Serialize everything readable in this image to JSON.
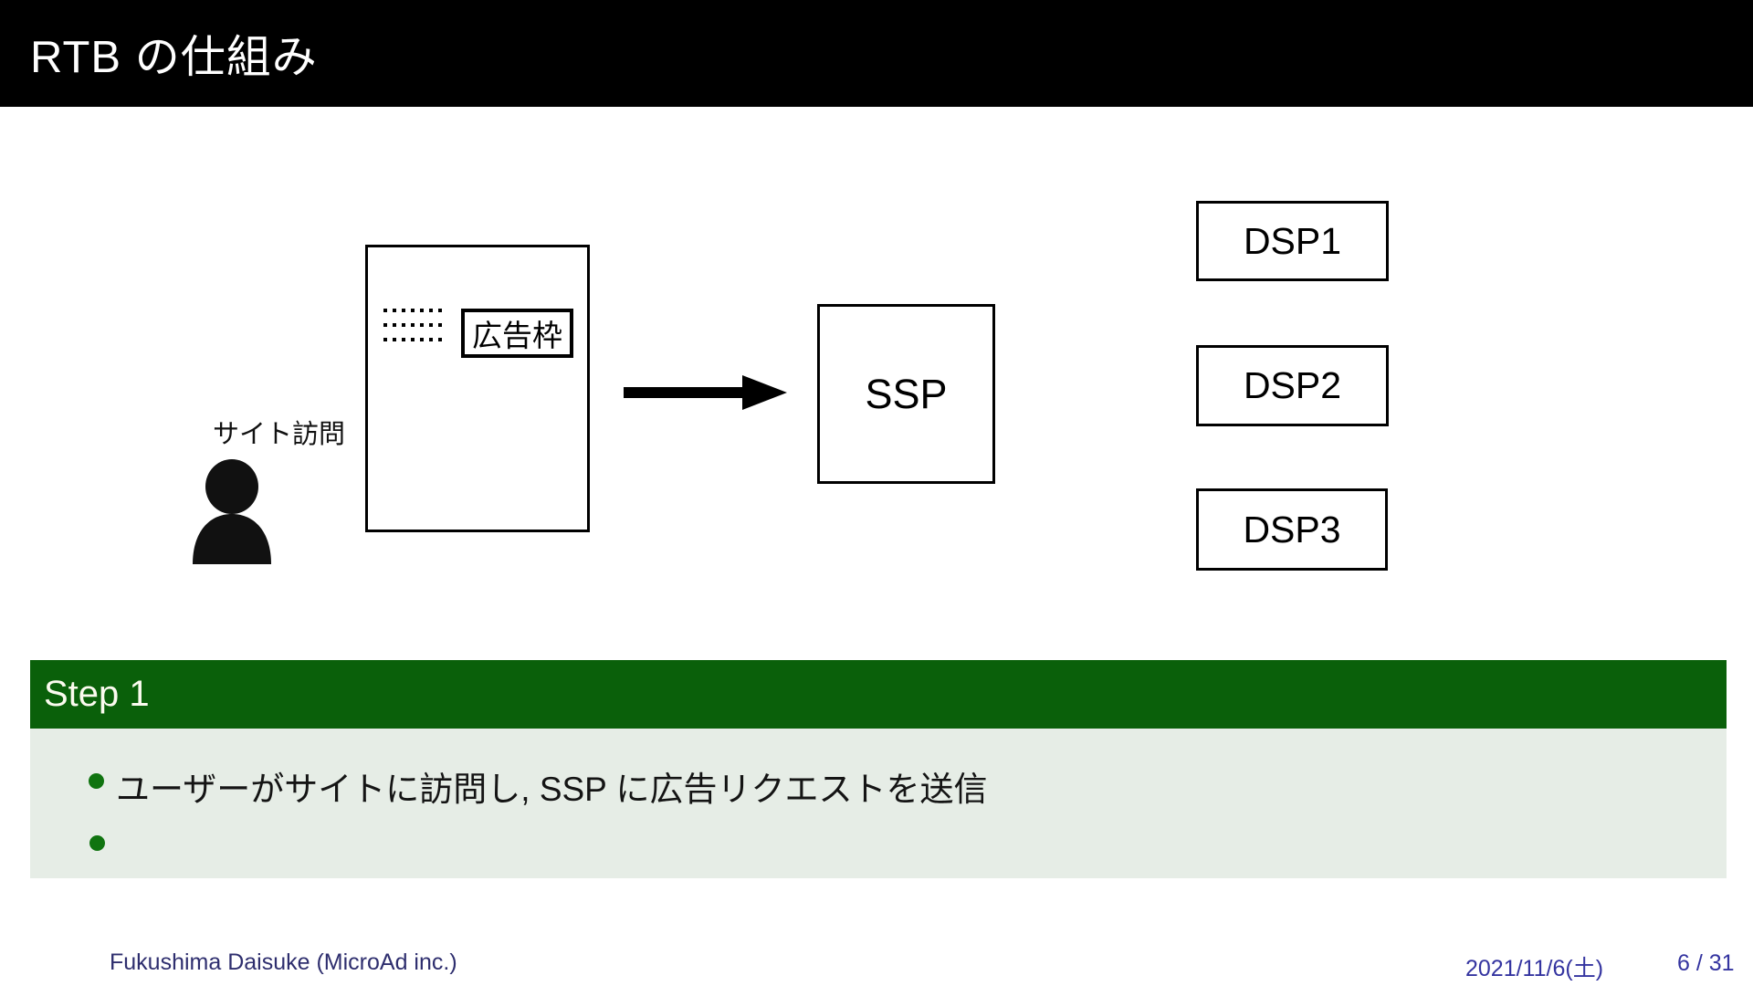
{
  "slide": {
    "title": "RTB の仕組み",
    "diagram": {
      "visitor_label": "サイト訪問",
      "ad_slot_label": "広告枠",
      "ssp_label": "SSP",
      "dsp_labels": [
        "DSP1",
        "DSP2",
        "DSP3"
      ]
    },
    "step_block": {
      "title": "Step 1",
      "bullets": [
        "ユーザーがサイトに訪問し, SSP に広告リクエストを送信",
        ""
      ]
    },
    "footer": {
      "author": "Fukushima Daisuke  (MicroAd inc.)",
      "date": "2021/11/6(土)",
      "page": "6 / 31"
    },
    "colors": {
      "title_bar_bg": "#000000",
      "title_text": "#ffffff",
      "block_title_bg": "#0a600a",
      "block_body_bg": "#e6ede6",
      "bullet_dot": "#107410",
      "footer_author_text": "#2e2e6e",
      "footer_date_text": "#3434a0",
      "diagram_stroke": "#000000"
    }
  }
}
